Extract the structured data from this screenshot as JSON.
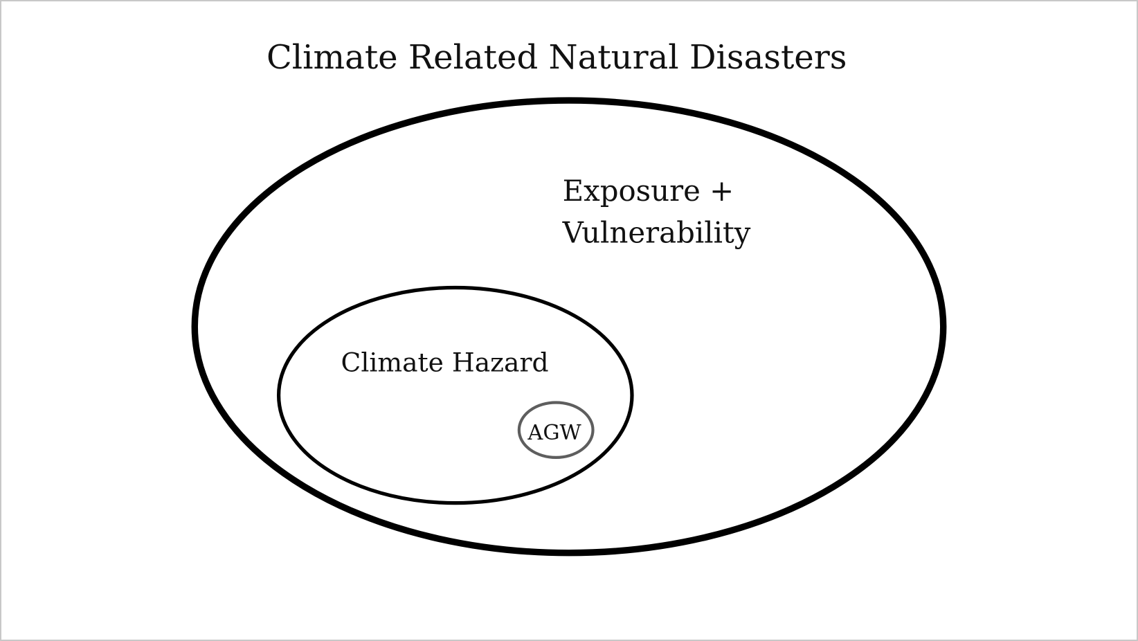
{
  "title": "Climate Related Natural Disasters",
  "outer_label": {
    "line1": "Exposure +",
    "line2": "Vulnerability"
  },
  "middle_label": "Climate Hazard",
  "inner_label": "AGW",
  "colors": {
    "outer_stroke": "#000000",
    "middle_stroke": "#000000",
    "inner_stroke": "#5e5e5e"
  }
}
